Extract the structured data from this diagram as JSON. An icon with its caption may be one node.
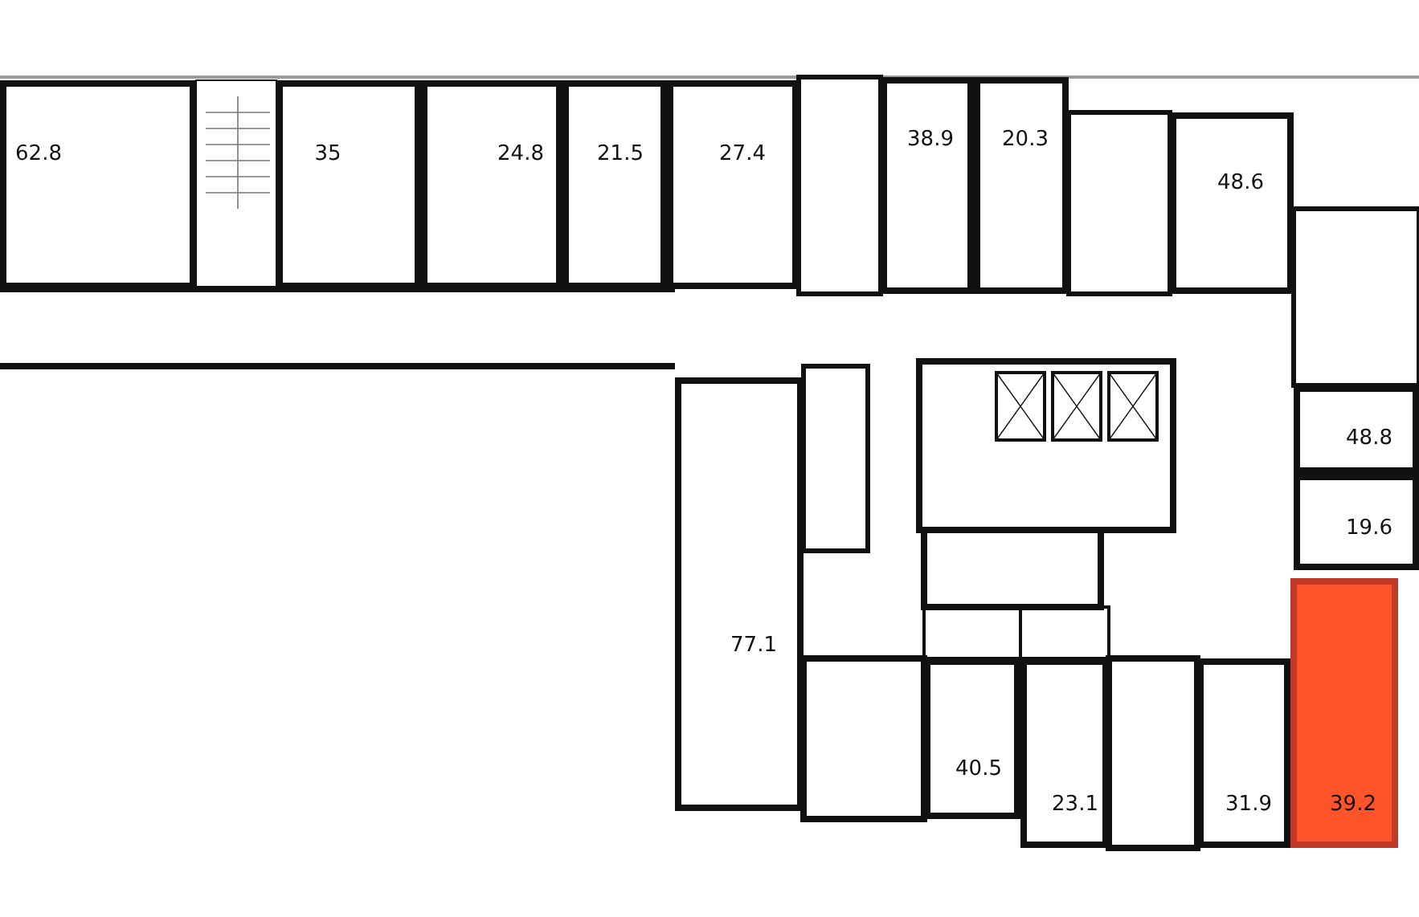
{
  "diagram": {
    "nodes": [
      {
        "text": [
          "62.8"
        ]
      },
      {
        "text": [
          "35"
        ]
      },
      {
        "text": [
          "24.8"
        ]
      },
      {
        "text": [
          "21.5"
        ]
      },
      {
        "text": [
          "27.4"
        ]
      },
      {
        "text": [
          "38.9"
        ]
      },
      {
        "text": [
          "20.3"
        ]
      },
      {
        "text": [
          "48.6"
        ]
      },
      {
        "text": [
          "48.8"
        ]
      },
      {
        "text": [
          "19.6"
        ]
      },
      {
        "text": [
          "77.1"
        ]
      },
      {
        "text": [
          "40.5"
        ]
      },
      {
        "text": [
          "23.1"
        ]
      },
      {
        "text": [
          "31.9"
        ]
      },
      {
        "text": [
          "39.2"
        ]
      }
    ]
  }
}
